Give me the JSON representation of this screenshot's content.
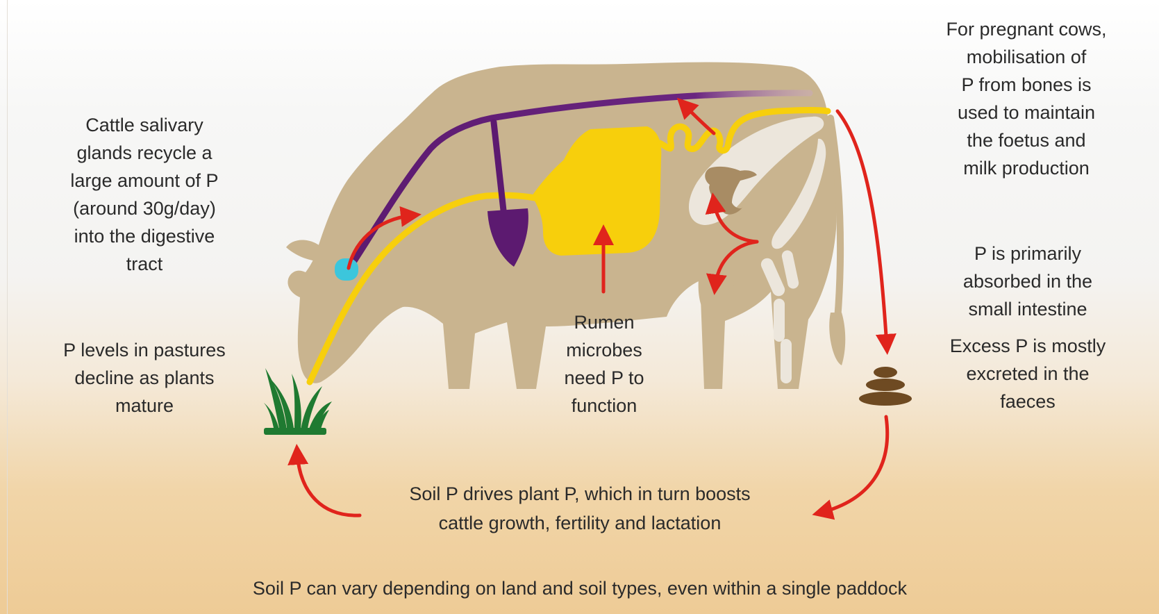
{
  "annotations": {
    "pregnant_cows": "For pregnant cows,\nmobilisation of\nP from bones is\nused to maintain\nthe foetus and\nmilk production",
    "salivary_glands": "Cattle salivary\nglands recycle a\nlarge amount of P\n(around 30g/day)\ninto the digestive\ntract",
    "absorbed_small_intestine": "P is primarily\nabsorbed in the\nsmall intestine",
    "excess_excreted": "Excess P is mostly\nexcreted in the\nfaeces",
    "pasture_decline": "P levels in pastures\ndecline as plants\nmature",
    "rumen_microbes": "Rumen\nmicrobes\nneed P to\nfunction",
    "soil_drives": "Soil P drives plant P, which in turn boosts\ncattle growth, fertility and lactation",
    "soil_varies": "Soil P can vary depending on land and soil types, even within a single paddock"
  },
  "icons": {
    "cow": "cow-silhouette-icon",
    "grass": "grass-icon",
    "dung": "dung-pile-icon",
    "calf": "calf-foetus-icon",
    "salivary_gland": "salivary-gland-icon"
  },
  "colors": {
    "cow_body": "#c9b48f",
    "bones": "#ece6dc",
    "digestive_tract": "#f7cf0c",
    "phosphorus_pathway": "#5c1a70",
    "salivary_gland": "#3cc6dc",
    "arrow": "#e0241c",
    "grass": "#1f7a31",
    "dung": "#6e4a22",
    "text": "#2a2a2a"
  }
}
